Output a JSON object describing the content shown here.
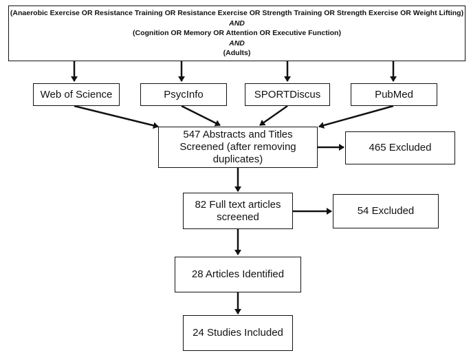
{
  "search_query": {
    "line1": "(Anaerobic Exercise OR Resistance Training OR Resistance Exercise OR Strength Training OR Strength Exercise OR Weight Lifting)",
    "and1": "AND",
    "line2": "(Cognition OR Memory OR Attention OR Executive Function)",
    "and2": "AND",
    "line3": "(Adults)"
  },
  "databases": [
    "Web of Science",
    "PsycInfo",
    "SPORTDiscus",
    "PubMed"
  ],
  "screening": {
    "abstracts_line1": "547 Abstracts and Titles",
    "abstracts_line2": "Screened (after removing",
    "abstracts_line3": "duplicates)",
    "abstracts_excluded": "465 Excluded",
    "fulltext_line1": "82 Full text articles",
    "fulltext_line2": "screened",
    "fulltext_excluded": "54 Excluded",
    "identified": "28 Articles Identified",
    "included": "24 Studies Included"
  }
}
